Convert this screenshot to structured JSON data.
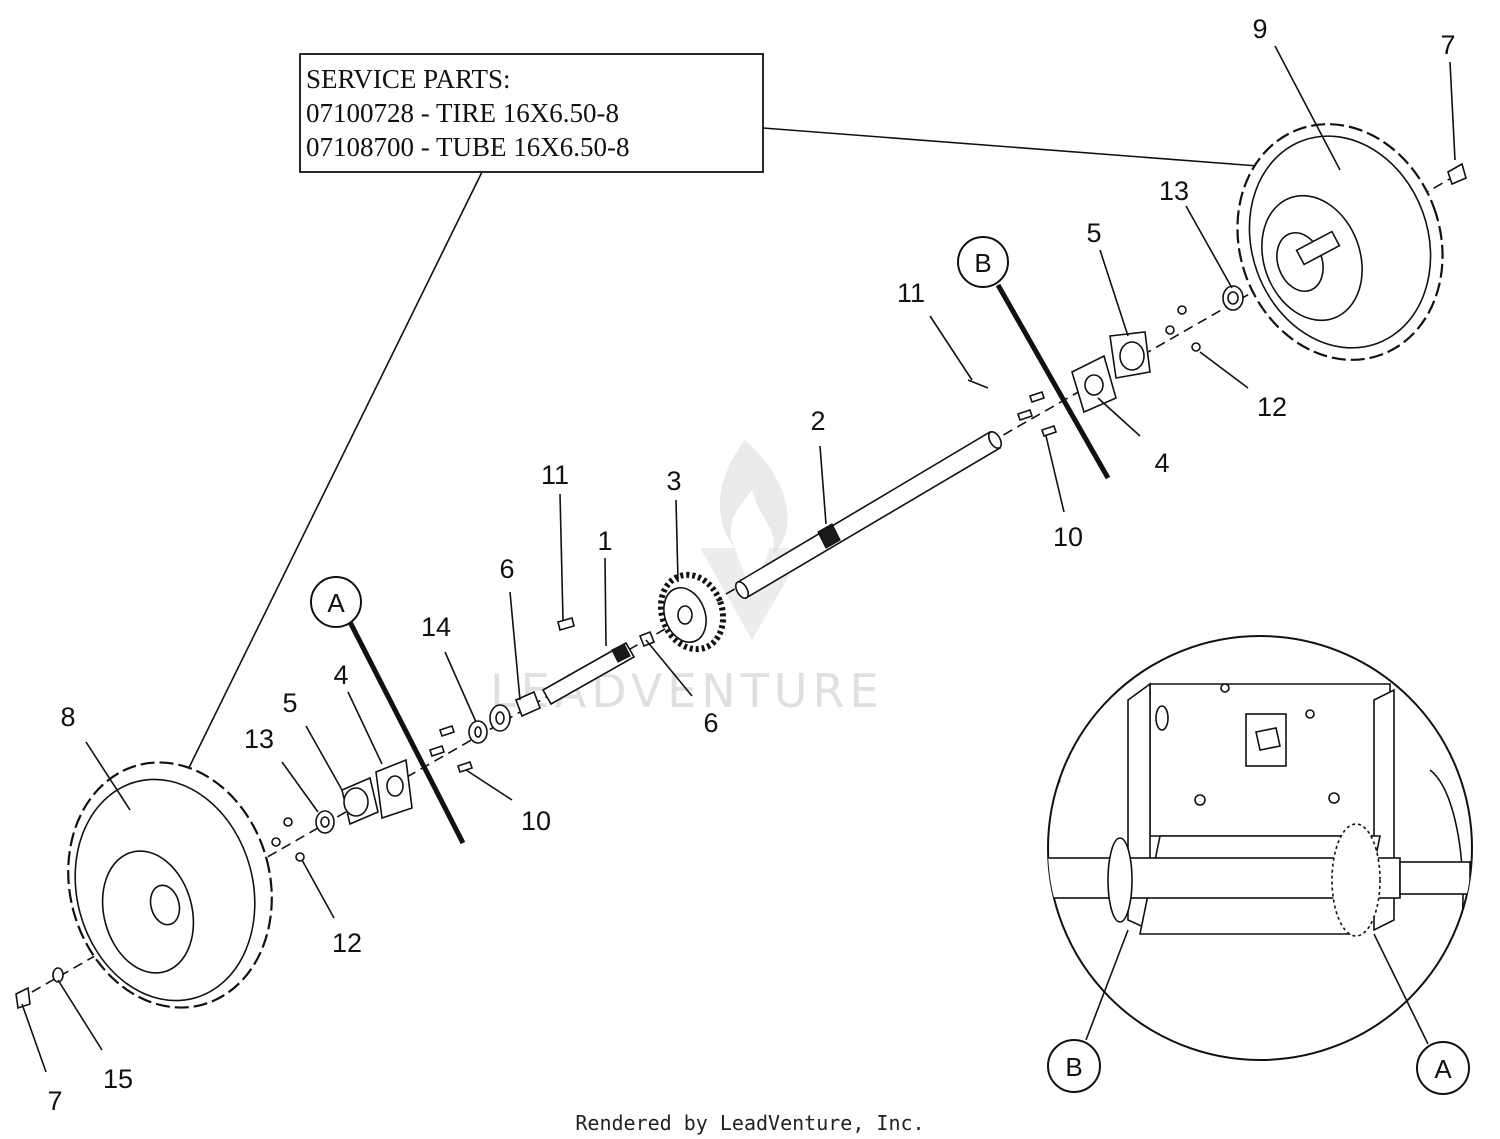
{
  "service_parts": {
    "heading": "SERVICE PARTS:",
    "line1": "07100728 - TIRE 16X6.50-8",
    "line2": "07108700 - TUBE 16X6.50-8"
  },
  "callouts": [
    {
      "id": "c9",
      "label": "9"
    },
    {
      "id": "c7-top",
      "label": "7"
    },
    {
      "id": "c13-right",
      "label": "13"
    },
    {
      "id": "c5-right",
      "label": "5"
    },
    {
      "id": "c11-right",
      "label": "11"
    },
    {
      "id": "c12-right",
      "label": "12"
    },
    {
      "id": "c4-right",
      "label": "4"
    },
    {
      "id": "c10-right",
      "label": "10"
    },
    {
      "id": "c2",
      "label": "2"
    },
    {
      "id": "c3",
      "label": "3"
    },
    {
      "id": "c11-left",
      "label": "11"
    },
    {
      "id": "c1",
      "label": "1"
    },
    {
      "id": "c6-upper",
      "label": "6"
    },
    {
      "id": "c6-lower",
      "label": "6"
    },
    {
      "id": "c14",
      "label": "14"
    },
    {
      "id": "c4-left",
      "label": "4"
    },
    {
      "id": "c5-left",
      "label": "5"
    },
    {
      "id": "c13-left",
      "label": "13"
    },
    {
      "id": "c8",
      "label": "8"
    },
    {
      "id": "c10-left",
      "label": "10"
    },
    {
      "id": "c12-left",
      "label": "12"
    },
    {
      "id": "c15",
      "label": "15"
    },
    {
      "id": "c7-bottom",
      "label": "7"
    }
  ],
  "reference_markers": {
    "a_main": "A",
    "b_main": "B",
    "a_inset": "A",
    "b_inset": "B"
  },
  "watermark": "LEADVENTURE",
  "footer": "Rendered by LeadVenture, Inc."
}
